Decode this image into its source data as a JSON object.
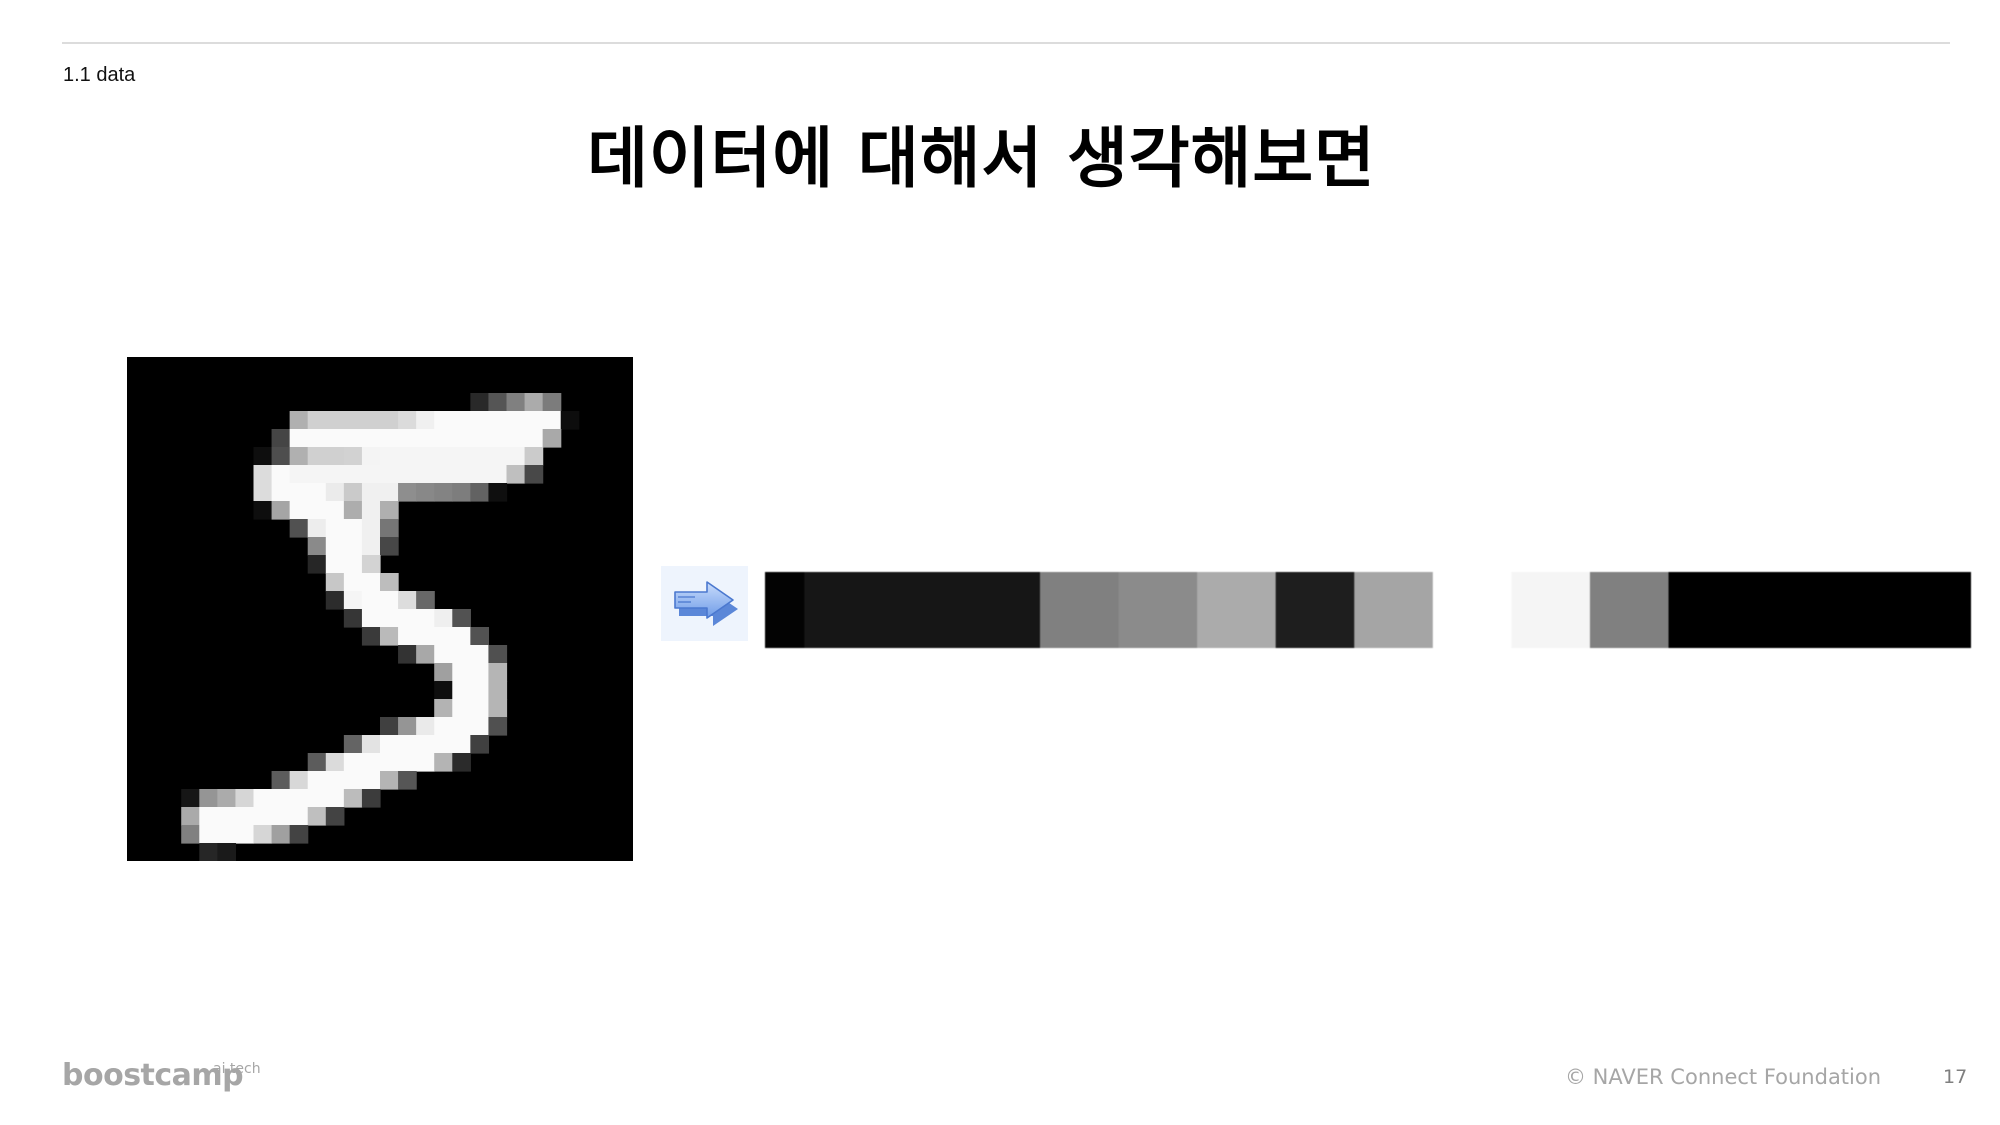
{
  "header": {
    "section_label": "1.1 data"
  },
  "slide": {
    "title": "데이터에 대해서 생각해보면",
    "digit_image": {
      "grid_size": 28,
      "strokes": [
        {
          "points": [
            [
              10,
              4.5
            ],
            [
              15,
              4.5
            ],
            [
              19,
              4.2
            ],
            [
              22.8,
              3.6
            ]
          ],
          "width": 1.7,
          "value": 250
        },
        {
          "points": [
            [
              8.3,
              7
            ],
            [
              14,
              6.3
            ],
            [
              19,
              6.2
            ],
            [
              21.5,
              5.4
            ]
          ],
          "width": 1.7,
          "value": 245
        },
        {
          "points": [
            [
              8.8,
              7.2
            ],
            [
              11.3,
              8.8
            ],
            [
              12.6,
              12.2
            ],
            [
              14.5,
              14.2
            ],
            [
              17.3,
              15.5
            ],
            [
              19.3,
              17.5
            ],
            [
              19.3,
              19.5
            ],
            [
              17.3,
              21.3
            ],
            [
              14.2,
              22.3
            ],
            [
              11.3,
              23.8
            ],
            [
              8.5,
              25.2
            ],
            [
              6,
              25.7
            ],
            [
              4.7,
              25.8
            ]
          ],
          "width": 1.9,
          "value": 250
        },
        {
          "points": [
            [
              14.2,
              6.5
            ],
            [
              13.5,
              8.5
            ],
            [
              13.2,
              10.2
            ]
          ],
          "width": 1.4,
          "value": 240
        }
      ]
    },
    "arrow_icon": "right-arrow-icon",
    "pixel_strip": {
      "cells": [
        {
          "span": 0.5,
          "gray": 3
        },
        {
          "span": 3,
          "gray": 22
        },
        {
          "span": 1,
          "gray": 128
        },
        {
          "span": 1,
          "gray": 139
        },
        {
          "span": 1,
          "gray": 171
        },
        {
          "span": 1,
          "gray": 30
        },
        {
          "span": 1,
          "gray": 165
        },
        {
          "span": 1,
          "gray": 255
        },
        {
          "span": 1,
          "gray": 245
        },
        {
          "span": 1,
          "gray": 128
        },
        {
          "span": 3.85,
          "gray": 0
        }
      ]
    }
  },
  "footer": {
    "logo": "boostcamp",
    "logo_sup": "ai tech",
    "copyright": "© NAVER Connect Foundation",
    "page_number": "17"
  }
}
